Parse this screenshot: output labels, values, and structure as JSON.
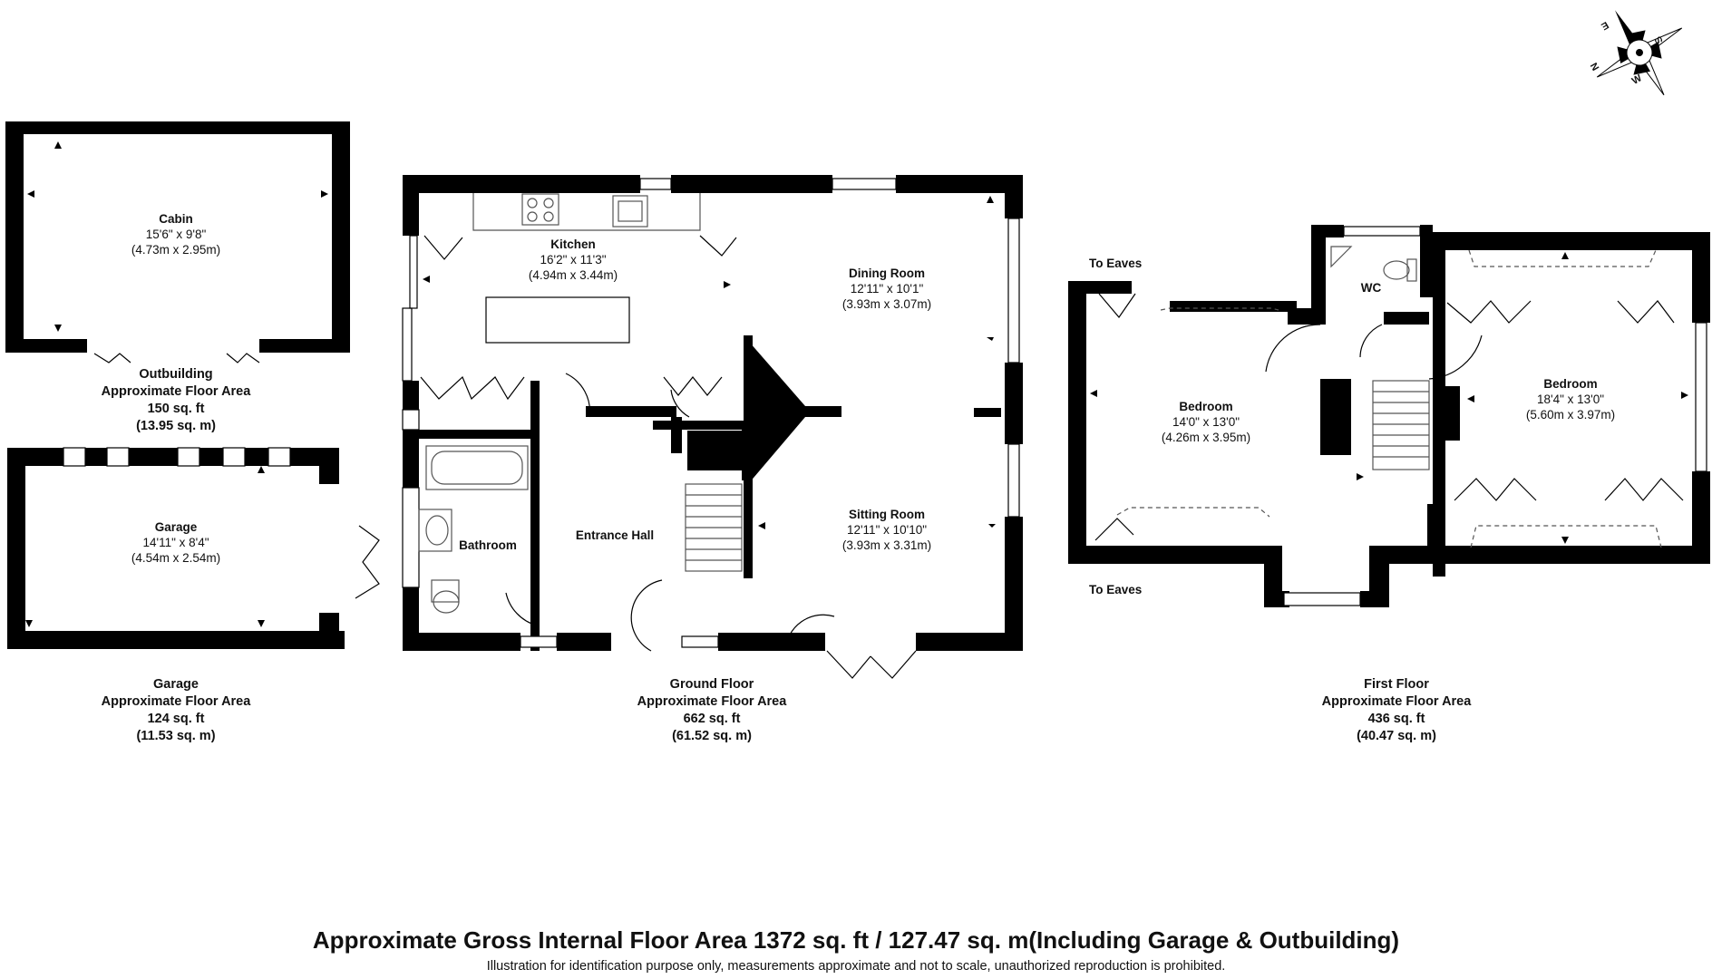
{
  "rooms": {
    "cabin": {
      "name": "Cabin",
      "imperial": "15'6\" x 9'8\"",
      "metric": "(4.73m x 2.95m)"
    },
    "garage": {
      "name": "Garage",
      "imperial": "14'11\" x 8'4\"",
      "metric": "(4.54m x 2.54m)"
    },
    "kitchen": {
      "name": "Kitchen",
      "imperial": "16'2\" x 11'3\"",
      "metric": "(4.94m x 3.44m)"
    },
    "dining": {
      "name": "Dining Room",
      "imperial": "12'11\" x 10'1\"",
      "metric": "(3.93m x 3.07m)"
    },
    "sitting": {
      "name": "Sitting Room",
      "imperial": "12'11\" x 10'10\"",
      "metric": "(3.93m x 3.31m)"
    },
    "bathroom": {
      "name": "Bathroom"
    },
    "hall": {
      "name": "Entrance Hall"
    },
    "bedroom1": {
      "name": "Bedroom",
      "imperial": "14'0\" x 13'0\"",
      "metric": "(4.26m x 3.95m)"
    },
    "bedroom2": {
      "name": "Bedroom",
      "imperial": "18'4\" x 13'0\"",
      "metric": "(5.60m x 3.97m)"
    },
    "wc": {
      "name": "WC"
    }
  },
  "eaves": {
    "top": "To Eaves",
    "bottom": "To Eaves"
  },
  "areas": {
    "outbuilding": {
      "title": "Outbuilding",
      "label": "Approximate Floor Area",
      "sqft": "150 sq. ft",
      "sqm": "(13.95 sq. m)"
    },
    "garage": {
      "title": "Garage",
      "label": "Approximate Floor Area",
      "sqft": "124 sq. ft",
      "sqm": "(11.53 sq. m)"
    },
    "ground": {
      "title": "Ground Floor",
      "label": "Approximate Floor Area",
      "sqft": "662 sq. ft",
      "sqm": "(61.52 sq. m)"
    },
    "first": {
      "title": "First Floor",
      "label": "Approximate Floor Area",
      "sqft": "436 sq. ft",
      "sqm": "(40.47 sq. m)"
    }
  },
  "footer": {
    "main": "Approximate Gross Internal Floor Area 1372 sq. ft / 127.47 sq. m(Including Garage & Outbuilding)",
    "sub": "Illustration for identification purpose only, measurements approximate and not to scale, unauthorized reproduction is prohibited."
  },
  "compass": {
    "n": "N",
    "s": "S",
    "e": "E",
    "w": "W"
  },
  "colors": {
    "wall": "#000000",
    "fixture": "#555555",
    "background": "#ffffff"
  }
}
